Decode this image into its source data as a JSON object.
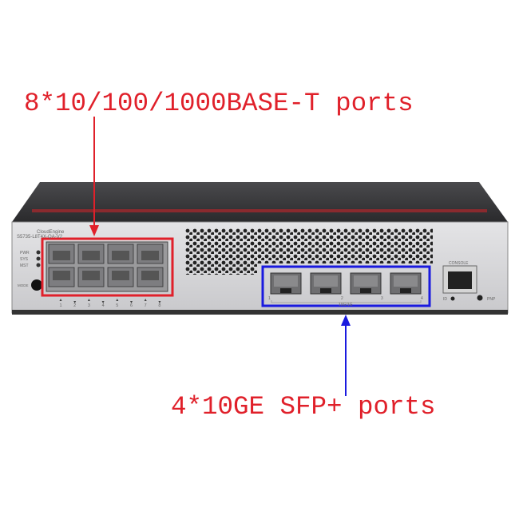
{
  "callouts": {
    "rj45": "8*10/100/1000BASE-T ports",
    "sfp": "4*10GE SFP+ ports"
  },
  "device": {
    "brand": "CloudEngine",
    "model": "S5735-L8T4X-QA-V2",
    "leds": [
      "PWR",
      "SYS",
      "MST"
    ],
    "mode_button": "MODE",
    "rj45_port_numbers": [
      "1",
      "2",
      "3",
      "4",
      "5",
      "6",
      "7",
      "8"
    ],
    "sfp_port_numbers": [
      "1",
      "2",
      "3",
      "4"
    ],
    "sfp_speed_label": "10G/1G",
    "console_label": "CONSOLE",
    "id_label": "ID",
    "pnp_label": "PNP"
  },
  "colors": {
    "rj45_highlight": "#e0202a",
    "sfp_highlight": "#1a1adf"
  }
}
